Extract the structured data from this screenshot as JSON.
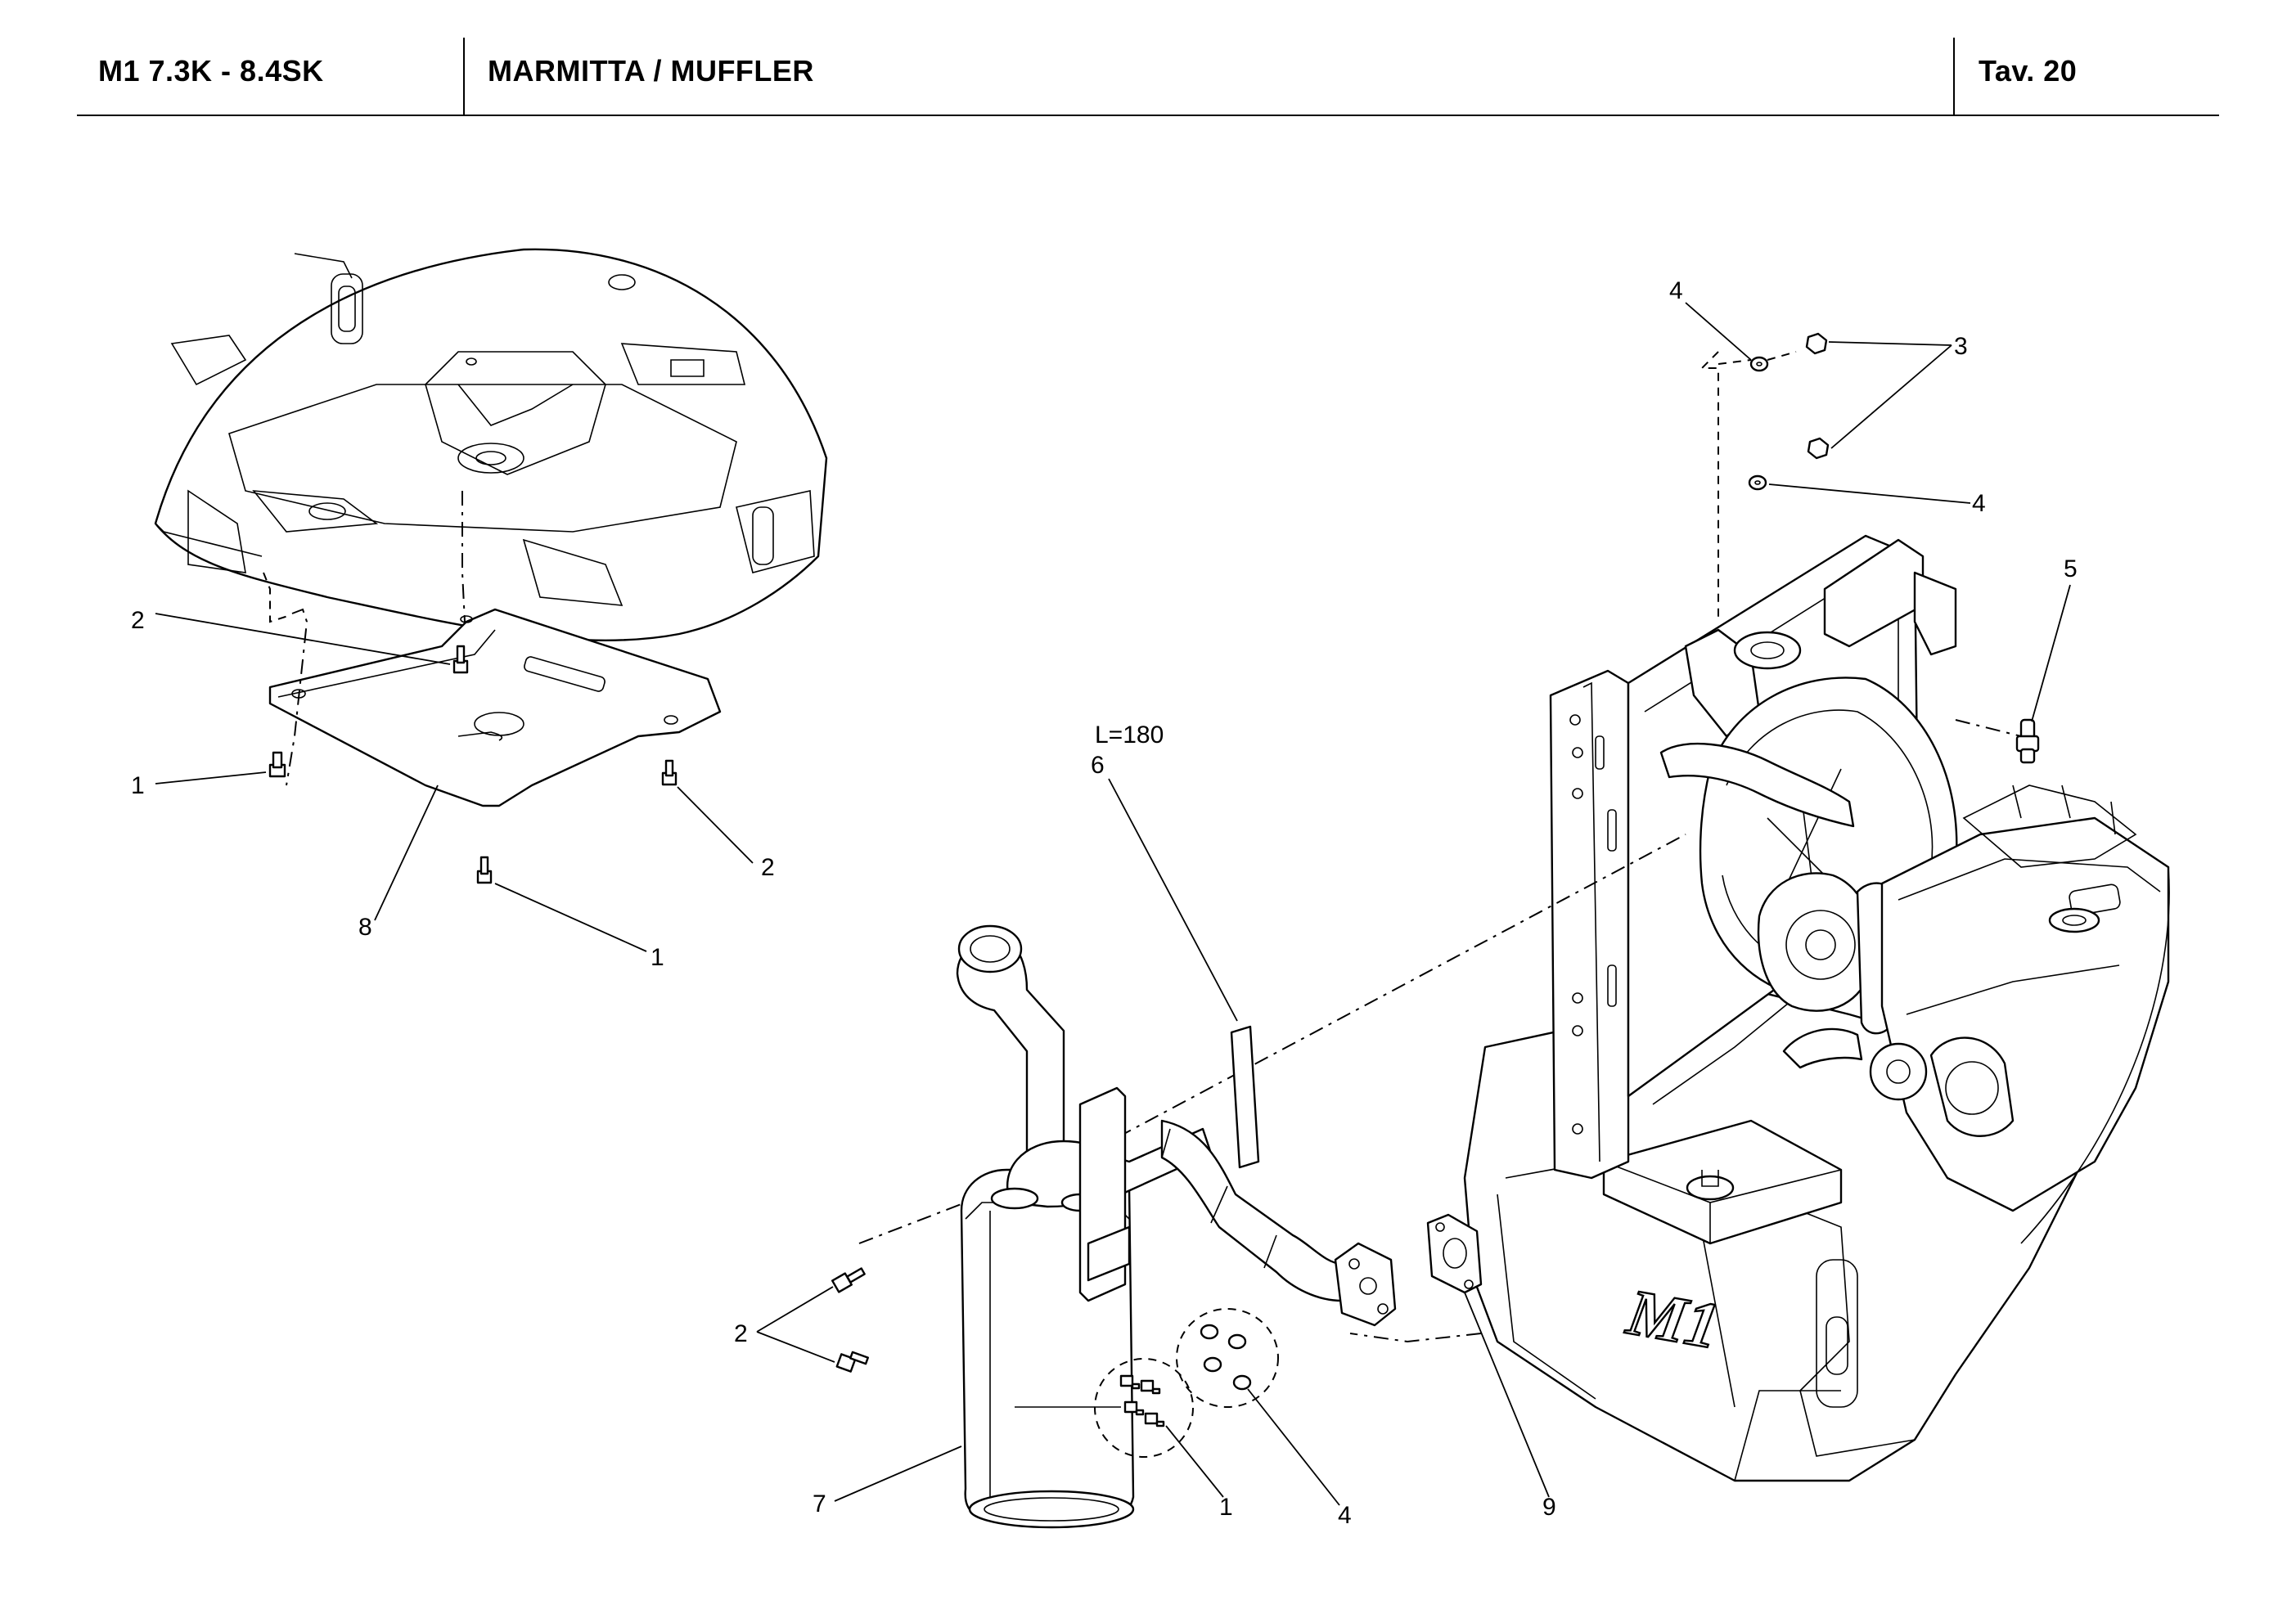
{
  "header": {
    "model": "M1 7.3K - 8.4SK",
    "title": "MARMITTA / MUFFLER",
    "table": "Tav.  20"
  },
  "callouts": {
    "c1_left_upper": "1",
    "c1_left_lower": "1",
    "c1_bolts": "1",
    "c2_upper": "2",
    "c2_right": "2",
    "c2_muffler": "2",
    "c3": "3",
    "c4_top": "4",
    "c4_mid": "4",
    "c4_bottom": "4",
    "c5": "5",
    "c6": "6",
    "c6_length": "L=180",
    "c7": "7",
    "c8": "8",
    "c9": "9"
  },
  "logo_text": "M1"
}
